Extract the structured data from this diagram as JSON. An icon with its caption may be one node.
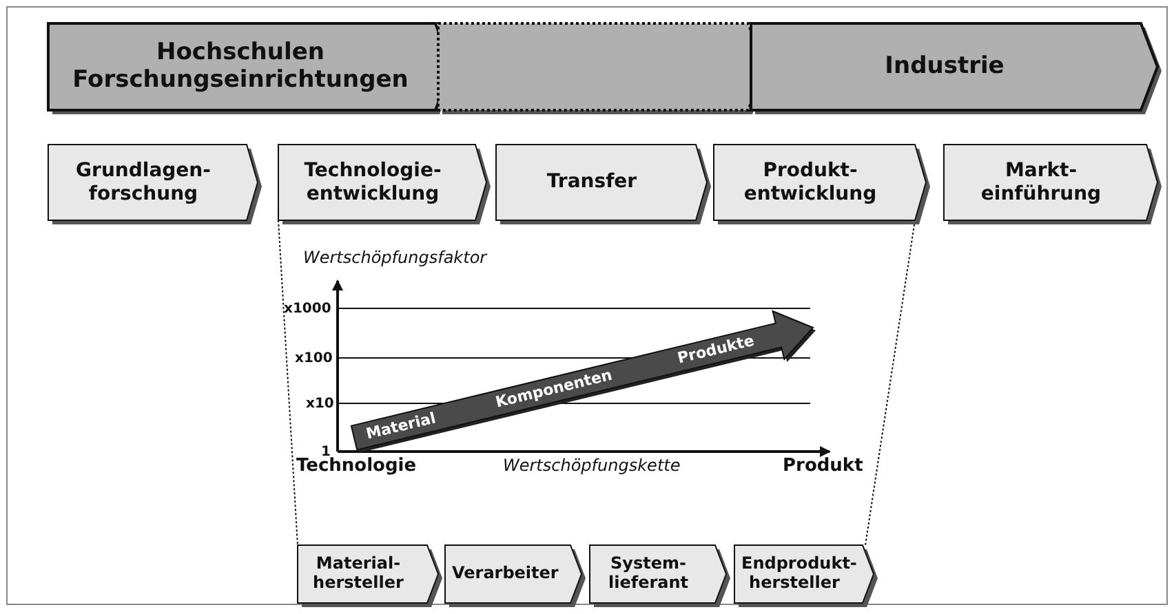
{
  "diagram": {
    "nodes": [
      {
        "text": [
          "Hochschulen Forschungseinrichtungen"
        ]
      },
      {
        "text": [],
        "shape": "chevron"
      },
      {
        "text": [
          "Industrie"
        ]
      },
      {
        "text": [
          "Grundlagen-forschung"
        ]
      },
      {
        "text": [
          "Technologie-entwicklung"
        ]
      },
      {
        "text": [
          "Transfer"
        ]
      },
      {
        "text": [
          "Produkt-entwicklung"
        ]
      },
      {
        "text": [
          "Markt-einführung"
        ]
      },
      {
        "text": [
          "Material-hersteller"
        ]
      },
      {
        "text": [
          "Verarbeiter"
        ]
      },
      {
        "text": [
          "System-lieferant"
        ]
      },
      {
        "text": [
          "Endprodukt-hersteller"
        ]
      }
    ],
    "edges": [
      {
        "from": 4,
        "to": 8,
        "arrow": "none",
        "style": "dashed"
      },
      {
        "from": 6,
        "to": 11,
        "arrow": "none",
        "style": "dashed"
      }
    ],
    "labels": [
      "Wertschöpfungsfaktor",
      "x1000",
      "x100",
      "x10",
      "1",
      "Material",
      "Komponenten",
      "Produkte",
      "Technologie",
      "Wertschöpfungskette",
      "Produkt"
    ]
  }
}
